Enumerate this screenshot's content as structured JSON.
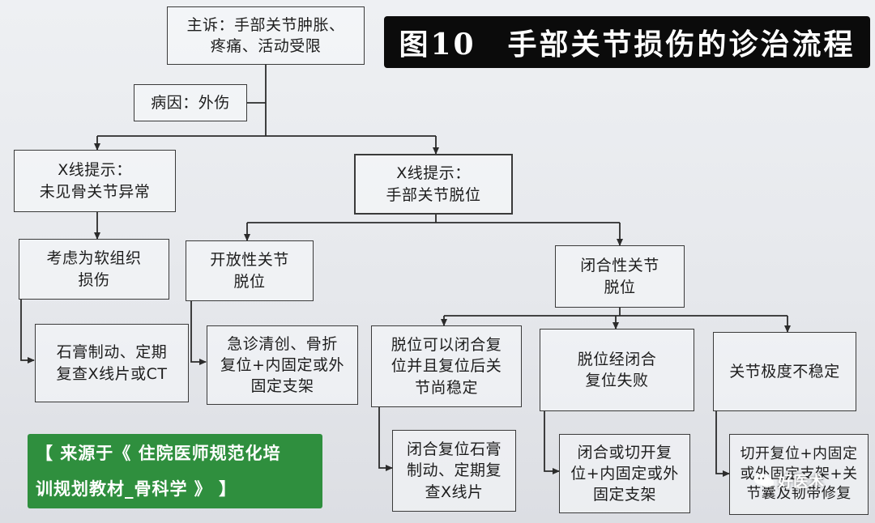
{
  "title": "图10　手部关节损伤的诊治流程",
  "nodes": {
    "complaint": "主诉：手部关节肿胀、\n疼痛、活动受限",
    "cause": "病因：外伤",
    "xray_normal": "X线提示：\n未见骨关节异常",
    "xray_dislocation": "X线提示：\n手部关节脱位",
    "soft_tissue": "考虑为软组织\n损伤",
    "open": "开放性关节\n脱位",
    "closed": "闭合性关节\n脱位",
    "plaster_xray": "石膏制动、定期\n复查X线片或CT",
    "debridement": "急诊清创、骨折\n复位+内固定或外\n固定支架",
    "stable": "脱位可以闭合复\n位并且复位后关\n节尚稳定",
    "failed": "脱位经闭合\n复位失败",
    "unstable": "关节极度不稳定",
    "closed_reduction": "闭合复位石膏\n制动、定期复\n查X线片",
    "open_reduction": "闭合或切开复\n位+内固定或外\n固定支架",
    "repair": "切开复位+内固定\n或外固定支架+关\n节囊及韧带修复"
  },
  "source": "【 来源于《 住院医师规范化培\n训规划教材_骨科学 》 】",
  "watermark": "好医术"
}
